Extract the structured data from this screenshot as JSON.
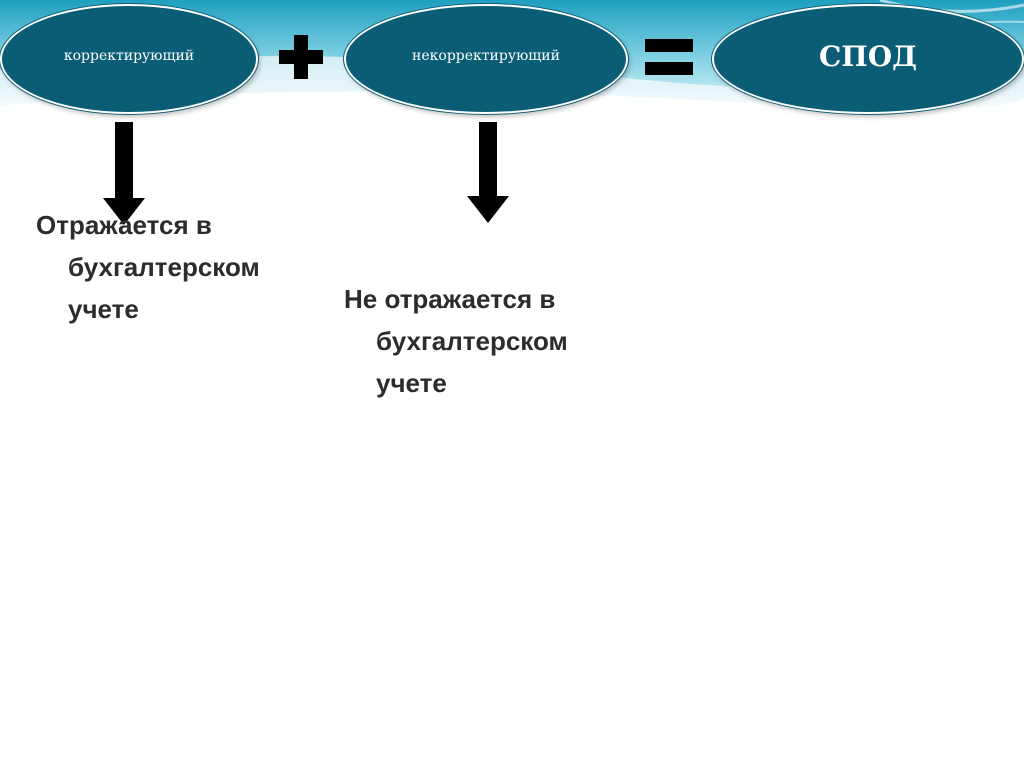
{
  "formula": {
    "term_1": "корректирующий",
    "term_2": "некорректирующий",
    "result": "СПОД",
    "plus_icon": "plus-icon",
    "equals_icon": "equals-icon"
  },
  "descriptions": {
    "term_1": [
      "Отражается в",
      "бухгалтерском",
      "учете"
    ],
    "term_2": [
      "Не отражается в",
      "бухгалтерском",
      "учете"
    ]
  },
  "colors": {
    "oval_fill": "#0b5d75",
    "arrow": "#000000",
    "text": "#2c2c2c"
  }
}
